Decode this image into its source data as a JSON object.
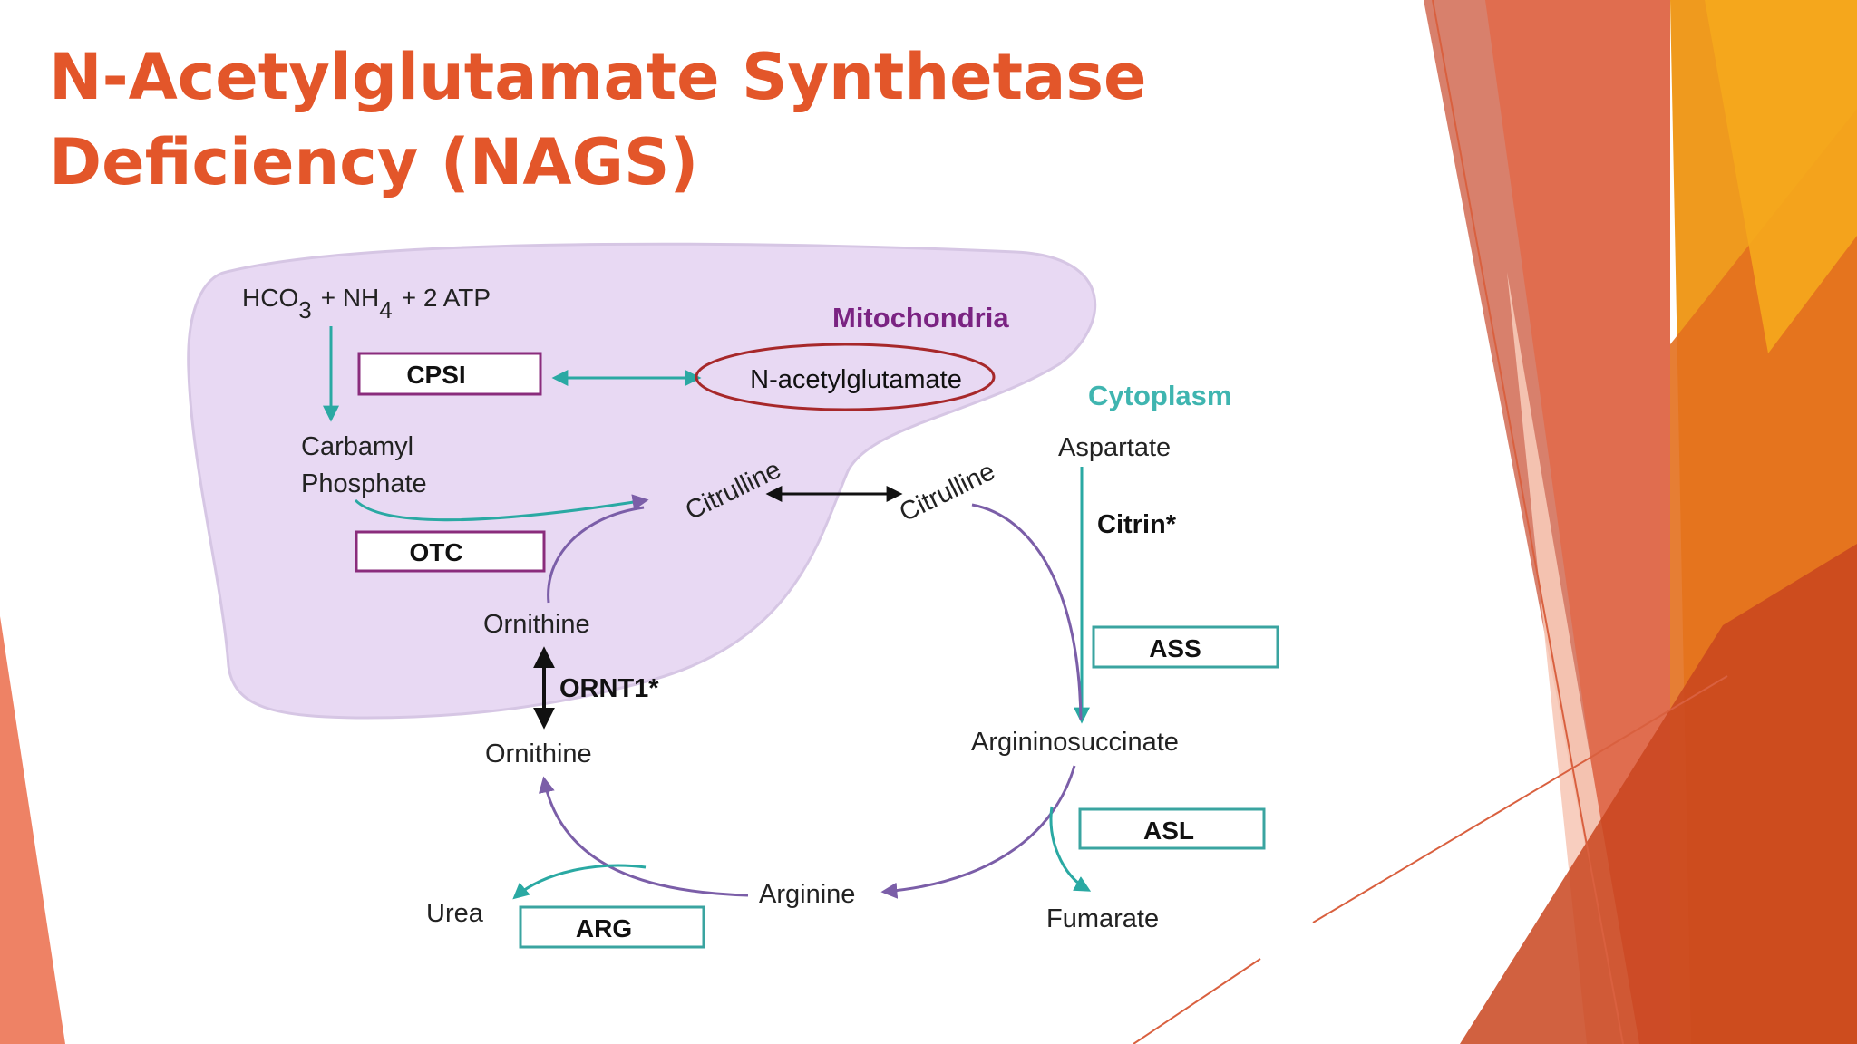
{
  "slide": {
    "title_line1": "N-Acetylglutamate Synthetase",
    "title_line2": "Deficiency (NAGS)"
  },
  "diagram": {
    "compartments": {
      "mitochondria": "Mitochondria",
      "cytoplasm": "Cytoplasm"
    },
    "substrates": {
      "hco3_base": "HCO",
      "hco3_sub": "3",
      "plus_nh": "+ NH",
      "nh4_sub": "4",
      "plus_atp": "+ 2 ATP"
    },
    "metabolites": {
      "carbamyl": "Carbamyl",
      "phosphate": "Phosphate",
      "n_acetylglutamate": "N-acetylglutamate",
      "citrulline_mito": "Citrulline",
      "citrulline_cyto": "Citrulline",
      "ornithine_mito": "Ornithine",
      "ornithine_cyto": "Ornithine",
      "aspartate": "Aspartate",
      "argininosuccinate": "Argininosuccinate",
      "arginine": "Arginine",
      "fumarate": "Fumarate",
      "urea": "Urea"
    },
    "enzymes": {
      "cpsi": "CPSI",
      "otc": "OTC",
      "ass": "ASS",
      "asl": "ASL",
      "arg": "ARG"
    },
    "transporters": {
      "citrin": "Citrin*",
      "ornt1": "ORNT1*"
    },
    "colors": {
      "title": "#e3562a",
      "mitochondria_fill": "#e8d9f3",
      "mitochondria_label": "#7a2382",
      "cytoplasm_label": "#3fb5b0",
      "teal_arrow": "#2aa9a3",
      "purple_arrow": "#7b5ea8",
      "enzyme_box_mito": "#8a2c7c",
      "enzyme_box_cyto": "#3aa4a0",
      "highlight_ellipse": "#a7282a"
    }
  }
}
